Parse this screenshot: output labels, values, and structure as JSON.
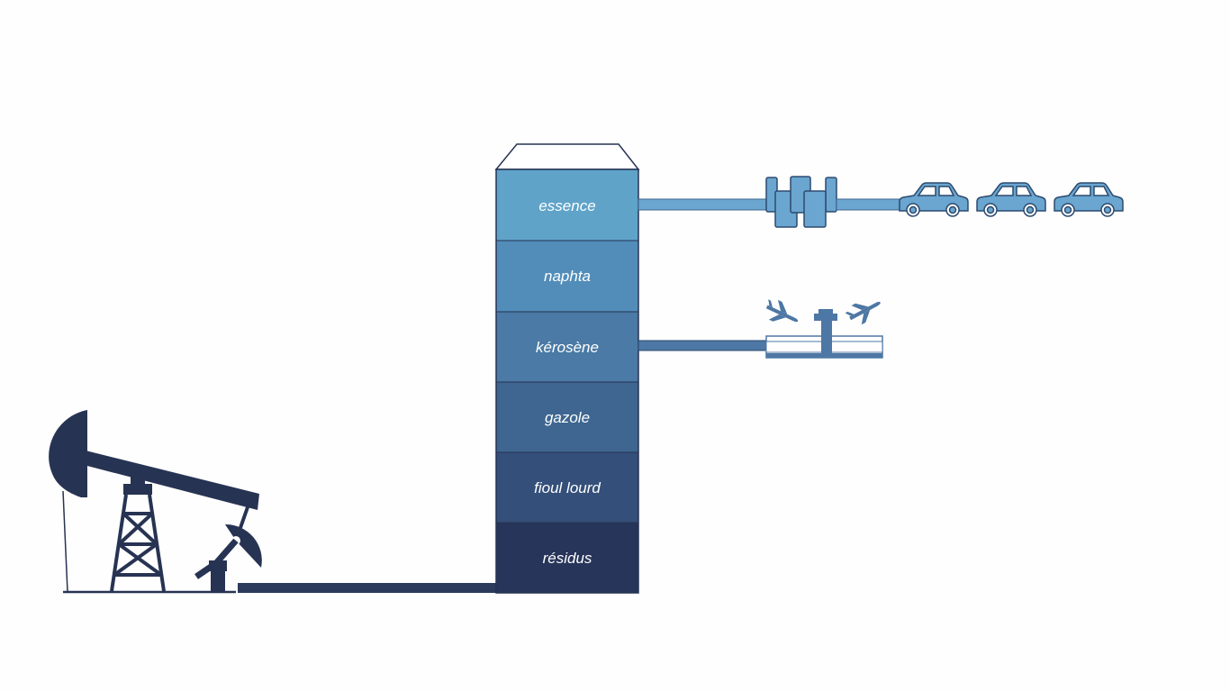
{
  "colors": {
    "background": "#fefefe",
    "dark_navy": "#273352",
    "pipe": "#2c3a5c",
    "essence": "#5fa3c9",
    "naphta": "#528dba",
    "kerosene": "#4a7aa5",
    "gazole": "#3e6690",
    "fioul_lourd": "#34507a",
    "residus": "#27355a",
    "vehicle_blue": "#6aa6cf",
    "airport_blue": "#4d77a4"
  },
  "column": {
    "layers": [
      {
        "id": "essence",
        "label": "essence"
      },
      {
        "id": "naphta",
        "label": "naphta"
      },
      {
        "id": "kerosene",
        "label": "kérosène"
      },
      {
        "id": "gazole",
        "label": "gazole"
      },
      {
        "id": "fioul_lourd",
        "label": "fioul lourd"
      },
      {
        "id": "residus",
        "label": "résidus"
      }
    ]
  },
  "outputs": {
    "essence": {
      "destination": "car-icon",
      "cars": 3
    },
    "kerosene": {
      "destination": "airport-icon"
    }
  },
  "icons": [
    "oil-pumpjack-icon",
    "car-icon",
    "fuel-tank-icon",
    "airplane-landing-icon",
    "airplane-takeoff-icon",
    "control-tower-icon"
  ]
}
